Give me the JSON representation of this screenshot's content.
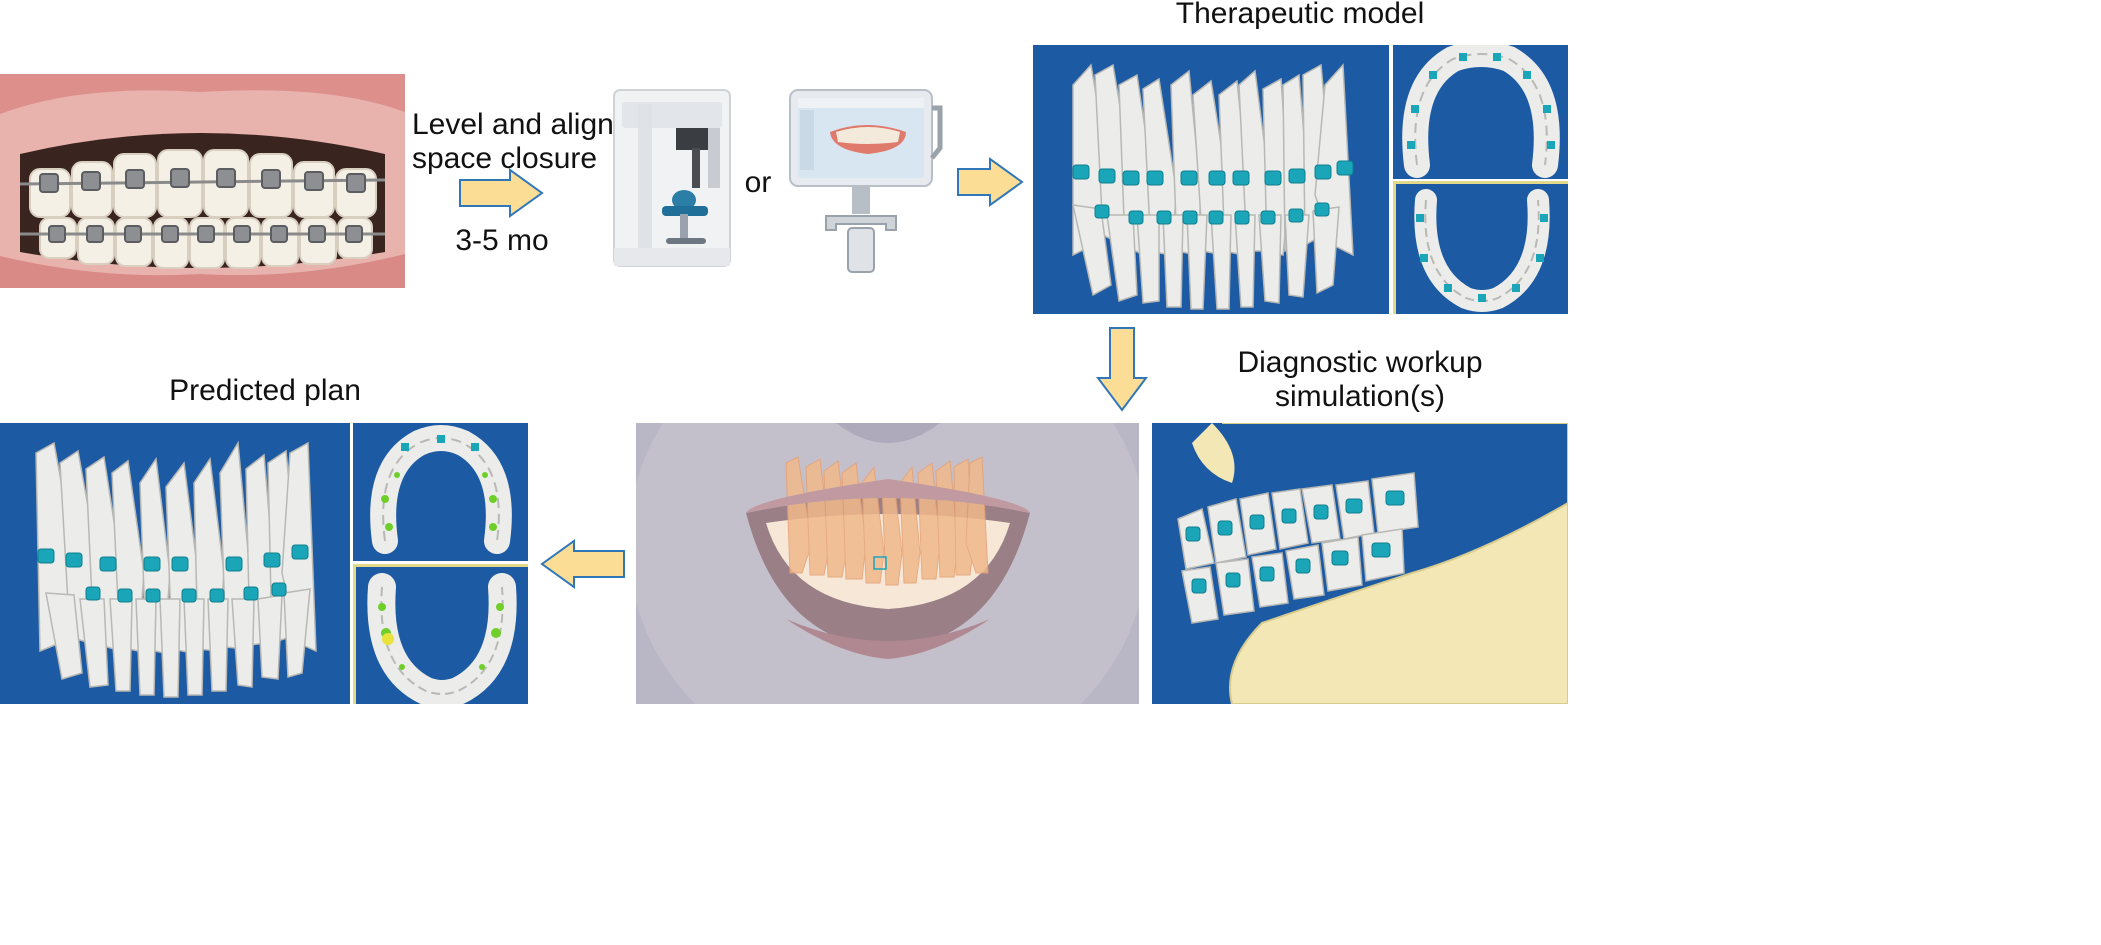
{
  "flow": {
    "step1_label": "Level and align",
    "step1_label2": "space closure",
    "duration": "3-5 mo",
    "or_text": "or",
    "therapeutic_title": "Therapeutic model",
    "diagnostic_title": "Diagnostic workup",
    "diagnostic_title2": "simulation(s)",
    "predicted_title": "Predicted plan"
  },
  "colors": {
    "panel_blue": "#1c5ba4",
    "arrow_fill": "#fbdd96",
    "arrow_stroke": "#2f77b8",
    "bracket": "#1aa6b8",
    "bone": "#f2e7b5"
  },
  "icons": [
    "cbct-scanner-icon",
    "intraoral-scanner-icon"
  ]
}
